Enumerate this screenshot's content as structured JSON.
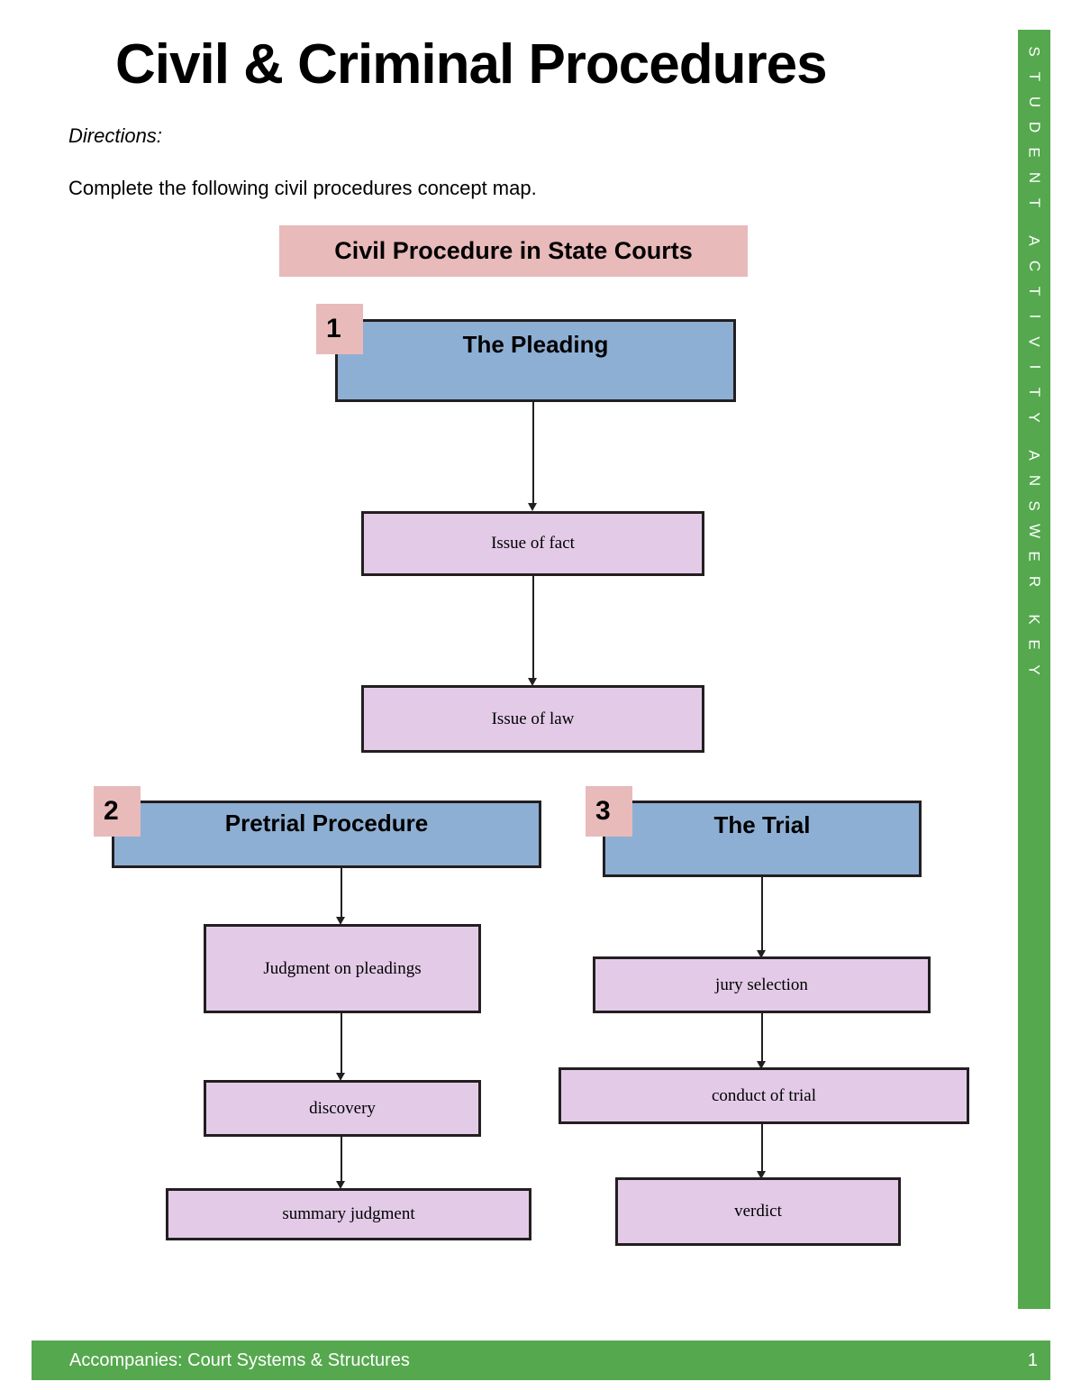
{
  "document": {
    "title": "Civil & Criminal Procedures",
    "directions_label": "Directions:",
    "directions_text": "Complete the following civil procedures concept map."
  },
  "side_band": {
    "text": "STUDENT ACTIVITY ANSWER KEY",
    "words": [
      "STUDENT",
      "ACTIVITY",
      "ANSWER",
      "KEY"
    ],
    "color": "#55a84e",
    "text_color": "#ffffff"
  },
  "footer": {
    "text": "Accompanies: Court Systems & Structures",
    "page_number": "1",
    "color": "#55a84e"
  },
  "colors": {
    "pink": "#e8baba",
    "blue": "#8eafd4",
    "purple": "#e3cbe8",
    "green": "#55a84e",
    "outline": "#231f20"
  },
  "concept_map": {
    "banner": "Civil Procedure in State Courts",
    "sections": [
      {
        "number": "1",
        "heading": "The Pleading",
        "steps": [
          "Issue of fact",
          "Issue of law"
        ]
      },
      {
        "number": "2",
        "heading": "Pretrial Procedure",
        "steps": [
          "Judgment on pleadings",
          "discovery",
          "summary judgment"
        ]
      },
      {
        "number": "3",
        "heading": "The Trial",
        "steps": [
          "jury selection",
          "conduct of trial",
          "verdict"
        ]
      }
    ]
  }
}
